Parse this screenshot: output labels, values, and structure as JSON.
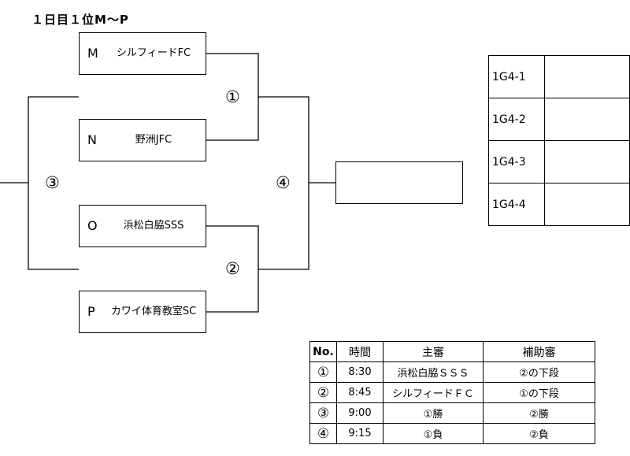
{
  "title": "１日目１位M～P",
  "teams": [
    {
      "letter": "M",
      "name": "シルフィードFC"
    },
    {
      "letter": "N",
      "name": "野洲JFC"
    },
    {
      "letter": "O",
      "name": "浜松白脇SSS"
    },
    {
      "letter": "P",
      "name": "カワイ体育教室SC"
    }
  ],
  "matches": [
    "①",
    "②",
    "③",
    "④"
  ],
  "group_slots": [
    "1G4-1",
    "1G4-2",
    "1G4-3",
    "1G4-4"
  ],
  "schedule": {
    "headers": [
      "No.",
      "時間",
      "主審",
      "補助審"
    ],
    "rows": [
      [
        "①",
        "8:30",
        "浜松白脇ＳＳＳ",
        "②の下段"
      ],
      [
        "②",
        "8:45",
        "シルフィードＦＣ",
        "①の下段"
      ],
      [
        "③",
        "9:00",
        "①勝",
        "②勝"
      ],
      [
        "④",
        "9:15",
        "①負",
        "②負"
      ]
    ]
  }
}
